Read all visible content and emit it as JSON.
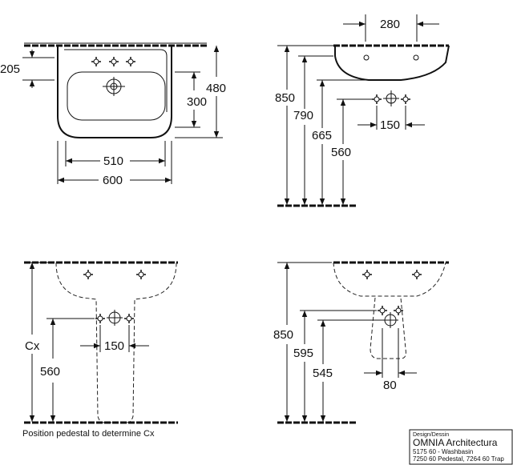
{
  "diagram": {
    "top_left": {
      "width_inner": "510",
      "width_outer": "600",
      "height_bowl": "300",
      "height_total": "480",
      "tap_offset": "205"
    },
    "top_right": {
      "depth": "280",
      "height_850": "850",
      "height_790": "790",
      "height_665": "665",
      "height_560": "560",
      "spacing": "150"
    },
    "bottom_left": {
      "height_cx": "Cx",
      "height_560": "560",
      "spacing": "150",
      "note": "Position pedestal to determine Cx"
    },
    "bottom_right": {
      "height_850": "850",
      "height_595": "595",
      "height_545": "545",
      "spacing": "80"
    }
  },
  "title_block": {
    "designer": "Design/Dessin",
    "title": "OMNIA Architectura",
    "line1": "5175 60 - Washbasin",
    "line2": "7250 60 Pedestal, 7264 60 Trap"
  }
}
